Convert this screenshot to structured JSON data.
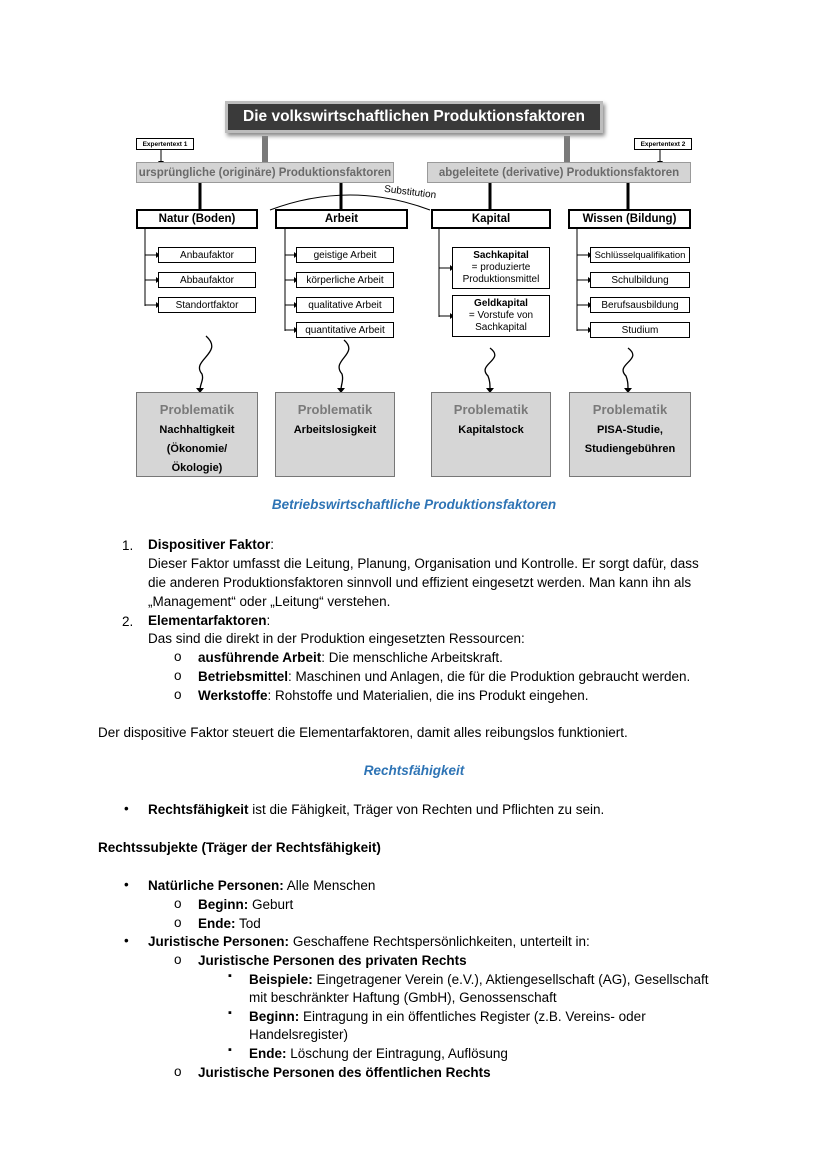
{
  "diagram": {
    "title": "Die volkswirtschaftlichen Produktionsfaktoren",
    "expert1": "Expertentext 1",
    "expert2": "Expertentext 2",
    "cat_original": "ursprüngliche (originäre) Produktionsfaktoren",
    "cat_derived": "abgeleitete (derivative) Produktionsfaktoren",
    "substitution": "Substitution",
    "factors": [
      "Natur (Boden)",
      "Arbeit",
      "Kapital",
      "Wissen (Bildung)"
    ],
    "natur_items": [
      "Anbaufaktor",
      "Abbaufaktor",
      "Standortfaktor"
    ],
    "arbeit_items": [
      "geistige Arbeit",
      "körperliche Arbeit",
      "qualitative Arbeit",
      "quantitative Arbeit"
    ],
    "kapital_items": [
      {
        "title": "Sachkapital",
        "line1": "= produzierte",
        "line2": "Produktionsmittel"
      },
      {
        "title": "Geldkapital",
        "line1": "= Vorstufe von",
        "line2": "Sachkapital"
      }
    ],
    "wissen_items": [
      "Schlüsselqualifikation",
      "Schulbildung",
      "Berufsausbildung",
      "Studium"
    ],
    "problem_heading": "Problematik",
    "problems": [
      "Nachhaltigkeit\n(Ökonomie/\nÖkologie)",
      "Arbeitslosigkeit",
      "Kapitalstock",
      "PISA-Studie,\nStudiengebühren"
    ]
  },
  "section1": {
    "caption": "Betriebswirtschaftliche Produktionsfaktoren",
    "item1_num": "1.",
    "item1_title": "Dispositiver Faktor",
    "item1_colon": ":",
    "item1_text": [
      "Dieser Faktor umfasst die Leitung, Planung, Organisation und Kontrolle. Er sorgt dafür, dass",
      "die anderen Produktionsfaktoren sinnvoll und effizient eingesetzt werden. Man kann ihn als",
      "„Management“ oder „Leitung“ verstehen."
    ],
    "item2_num": "2.",
    "item2_title": "Elementarfaktoren",
    "item2_colon": ":",
    "item2_text": "Das sind die direkt in der Produktion eingesetzten Ressourcen:",
    "sub_bullets": [
      {
        "bold": "ausführende Arbeit",
        "rest": ": Die menschliche Arbeitskraft."
      },
      {
        "bold": "Betriebsmittel",
        "rest": ": Maschinen und Anlagen, die für die Produktion gebraucht werden."
      },
      {
        "bold": "Werkstoffe",
        "rest": ": Rohstoffe und Materialien, die ins Produkt eingehen."
      }
    ],
    "summary": "Der dispositive Faktor steuert die Elementarfaktoren, damit alles reibungslos funktioniert."
  },
  "section2": {
    "caption": "Rechtsfähigkeit",
    "def_bold": "Rechtsfähigkeit",
    "def_rest": " ist die Fähigkeit, Träger von Rechten und Pflichten zu sein.",
    "heading": "Rechtssubjekte (Träger der Rechtsfähigkeit)",
    "natural_bold": "Natürliche Personen:",
    "natural_rest": " Alle Menschen",
    "beginn_bold": "Beginn:",
    "beginn_rest": " Geburt",
    "ende_bold": "Ende:",
    "ende_rest": " Tod",
    "juristic_bold": "Juristische Personen:",
    "juristic_rest": " Geschaffene Rechtspersönlichkeiten, unterteilt in:",
    "private_title": "Juristische Personen des privaten Rechts",
    "beispiele_bold": "Beispiele:",
    "beispiele_rest1": " Eingetragener Verein (e.V.), Aktiengesellschaft (AG), Gesellschaft",
    "beispiele_rest2": "mit beschränkter Haftung (GmbH), Genossenschaft",
    "jbeginn_bold": "Beginn:",
    "jbeginn_rest1": " Eintragung in ein öffentliches Register (z.B. Vereins- oder",
    "jbeginn_rest2": "Handelsregister)",
    "jende_bold": "Ende:",
    "jende_rest": " Löschung der Eintragung, Auflösung",
    "public_title": "Juristische Personen des öffentlichen Rechts"
  },
  "glyphs": {
    "bullet": "•",
    "circle": "o",
    "square": "▪"
  }
}
